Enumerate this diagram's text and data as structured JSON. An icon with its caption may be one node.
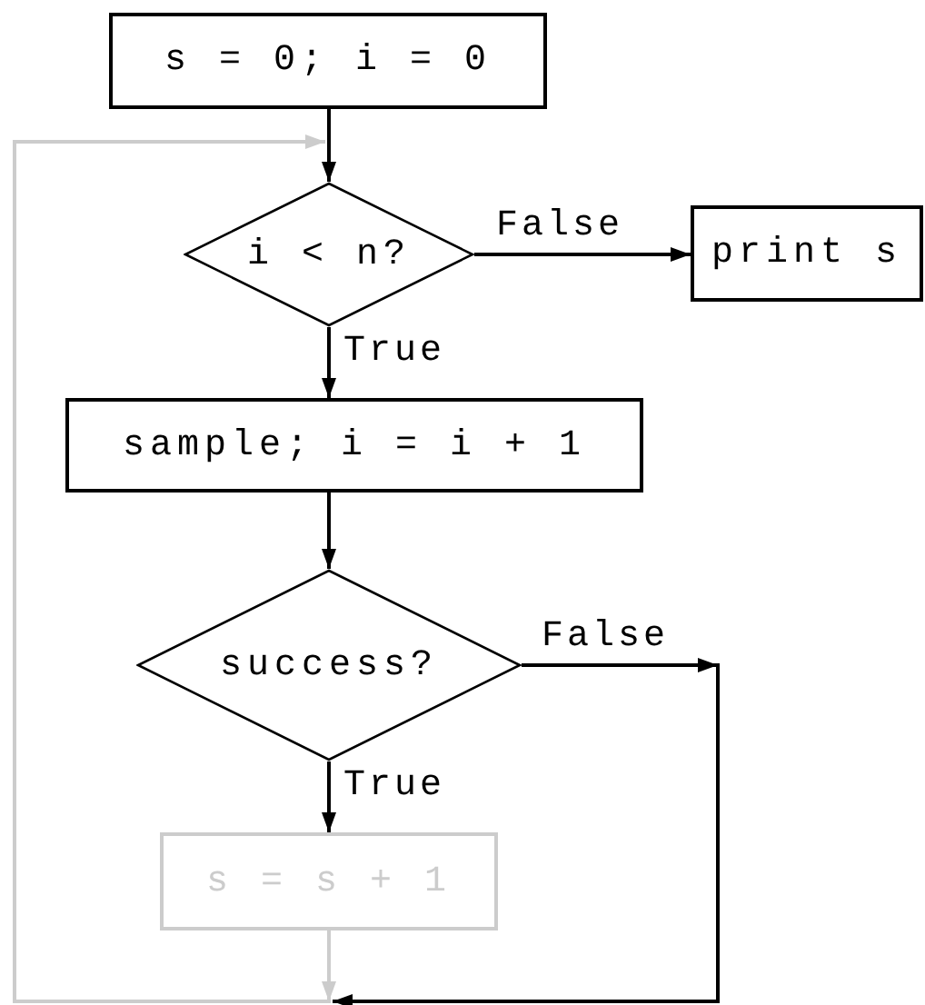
{
  "diagram": {
    "nodes": [
      {
        "text": [
          "s = 0; i = 0"
        ]
      },
      {
        "text": [
          "i < n?"
        ]
      },
      {
        "text": [
          "print s"
        ]
      },
      {
        "text": [
          "sample; i = i + 1"
        ]
      },
      {
        "text": [
          "success?"
        ]
      },
      {
        "text": [
          "s = s + 1"
        ]
      }
    ],
    "edges": [
      {
        "from": 0,
        "to": 1,
        "arrow": "to"
      },
      {
        "from": 1,
        "to": 2,
        "arrow": "to",
        "label": "False"
      },
      {
        "from": 1,
        "to": 3,
        "arrow": "to",
        "label": "True"
      },
      {
        "from": 3,
        "to": 4,
        "arrow": "to"
      },
      {
        "from": 4,
        "to": 5,
        "arrow": "to",
        "label": "True"
      },
      {
        "from": 4,
        "to": null,
        "arrow": "to",
        "label": "False"
      },
      {
        "from": 5,
        "to": 1,
        "arrow": "to",
        "color": "#cccccc"
      }
    ]
  }
}
